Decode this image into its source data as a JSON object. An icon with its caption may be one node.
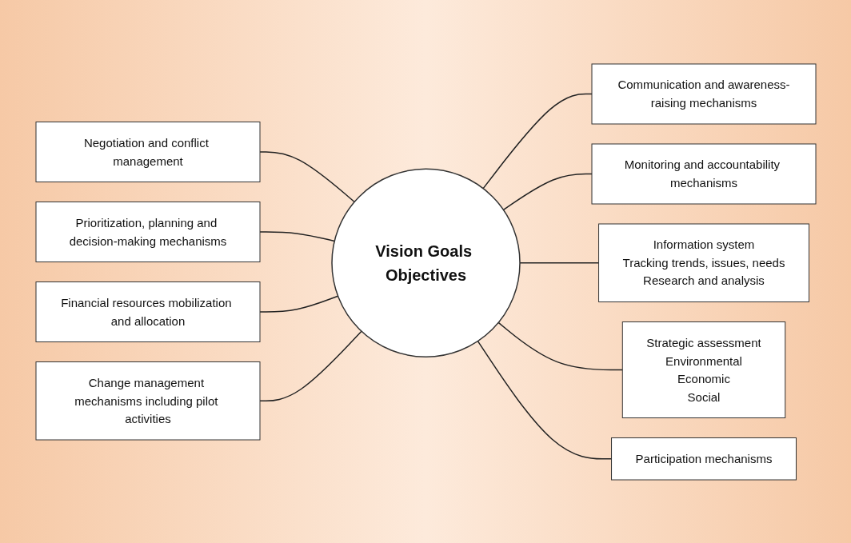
{
  "diagram": {
    "nodes": [
      {
        "text": [
          "Communication and awareness-raising mechanisms"
        ]
      },
      {
        "text": [
          "Change management mechanisms including pilot activities"
        ]
      },
      {
        "text": [
          "Monitoring and accountability mechanisms"
        ]
      },
      {
        "text": [
          "Vision Goals Objectives"
        ]
      },
      {
        "text": [
          "Financial resources mobilization and allocation"
        ]
      },
      {
        "text": [
          "Information system",
          "Tracking trends, issues, needs",
          "Research and analysis"
        ]
      },
      {
        "text": [
          "Strategic assessment",
          "Environmental",
          "Economic",
          "Social"
        ]
      },
      {
        "text": [
          "Prioritization, planning and decision-making mechanisms"
        ]
      },
      {
        "text": [
          "Negotiation and conflict management"
        ]
      },
      {
        "text": [
          "Participation mechanisms"
        ]
      }
    ],
    "edges": [
      {
        "from": 3,
        "to": 0,
        "arrow": "none"
      },
      {
        "from": 3,
        "to": 2,
        "arrow": "none"
      },
      {
        "from": 3,
        "to": 5,
        "arrow": "none"
      },
      {
        "from": 3,
        "to": 6,
        "arrow": "none"
      },
      {
        "from": 3,
        "to": 9,
        "arrow": "none"
      },
      {
        "from": 8,
        "to": 3,
        "arrow": "none"
      },
      {
        "from": 7,
        "to": 3,
        "arrow": "none"
      },
      {
        "from": 4,
        "to": 3,
        "arrow": "none"
      },
      {
        "from": 1,
        "to": 3,
        "arrow": "none"
      }
    ]
  }
}
